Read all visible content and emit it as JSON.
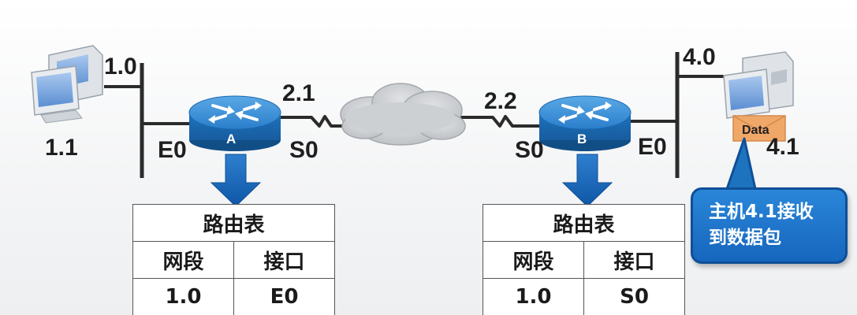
{
  "hosts": {
    "left": {
      "address": "1.1",
      "network": "1.0"
    },
    "right": {
      "address": "4.1",
      "network": "4.0"
    }
  },
  "routers": {
    "a": {
      "name": "A",
      "lan_interface": "E0",
      "wan_interface": "S0",
      "wan_address": "2.1"
    },
    "b": {
      "name": "B",
      "lan_interface": "E0",
      "wan_interface": "S0",
      "wan_address": "2.2"
    }
  },
  "packet": {
    "label": "Data"
  },
  "callout": {
    "line1": "主机4.1接收",
    "line2": "到数据包"
  },
  "tables": {
    "a": {
      "title": "路由表",
      "headers": [
        "网段",
        "接口"
      ],
      "rows": [
        [
          "1.0",
          "E0"
        ]
      ]
    },
    "b": {
      "title": "路由表",
      "headers": [
        "网段",
        "接口"
      ],
      "rows": [
        [
          "1.0",
          "S0"
        ]
      ]
    }
  },
  "colors": {
    "router_body": "#1e73be",
    "router_top": "#3a93d6",
    "cloud": "#c9cccf",
    "arrow": "#1565b8",
    "callout": "#1e73be",
    "packet": "#f0a868"
  }
}
